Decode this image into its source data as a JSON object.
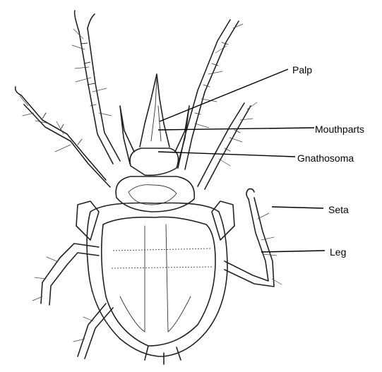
{
  "labels": {
    "palp": "Palp",
    "mouthparts": "Mouthparts",
    "gnathosoma": "Gnathosoma",
    "seta": "Seta",
    "leg": "Leg"
  }
}
